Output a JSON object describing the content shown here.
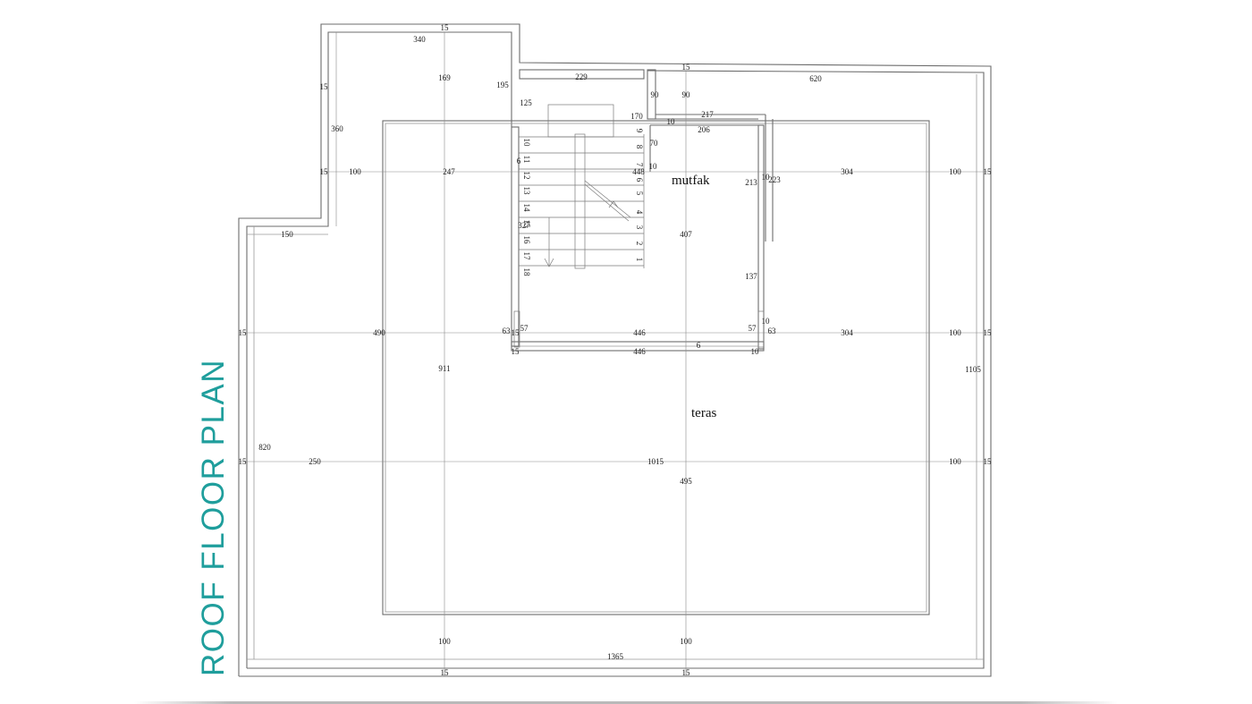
{
  "title": "ROOF FLOOR PLAN",
  "colors": {
    "accent": "#1f9e9c",
    "lines": "#6d6d6d"
  },
  "rooms": {
    "kitchen": "mutfak",
    "terrace": "teras"
  },
  "dimensions": [
    "15",
    "340",
    "169",
    "195",
    "15",
    "360",
    "15",
    "100",
    "247",
    "229",
    "125",
    "15",
    "620",
    "90",
    "90",
    "170",
    "10",
    "217",
    "206",
    "70",
    "448",
    "10",
    "mutfak",
    "304",
    "100",
    "15",
    "213",
    "10",
    "223",
    "150",
    "327",
    "407",
    "137",
    "15",
    "490",
    "63",
    "15",
    "57",
    "446",
    "57",
    "10",
    "63",
    "304",
    "100",
    "15",
    "15",
    "446",
    "6",
    "10",
    "911",
    "1105",
    "820",
    "15",
    "250",
    "1015",
    "100",
    "15",
    "495",
    "100",
    "100",
    "1365",
    "15",
    "15",
    "6"
  ],
  "stair_steps": [
    "1",
    "2",
    "3",
    "4",
    "5",
    "6",
    "7",
    "8",
    "9",
    "10",
    "11",
    "12",
    "13",
    "14",
    "15",
    "16",
    "17",
    "18"
  ]
}
